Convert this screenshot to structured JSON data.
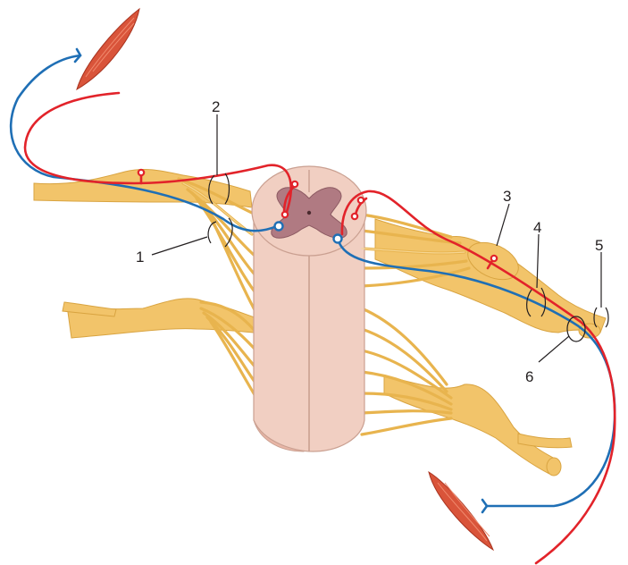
{
  "figure": {
    "labels": [
      {
        "id": "1",
        "text": "1"
      },
      {
        "id": "2",
        "text": "2"
      },
      {
        "id": "3",
        "text": "3"
      },
      {
        "id": "4",
        "text": "4"
      },
      {
        "id": "5",
        "text": "5"
      },
      {
        "id": "6",
        "text": "6"
      }
    ]
  },
  "colors": {
    "motor_neuron": "#1f6fb5",
    "sensory_neuron": "#e2232a",
    "nerve": "#f2c46a",
    "spinal_cord": "#f1cfc2",
    "gray_matter": "#b07a82",
    "muscle": "#d9543a"
  },
  "icons": [
    "muscle-top-left",
    "muscle-bottom"
  ]
}
